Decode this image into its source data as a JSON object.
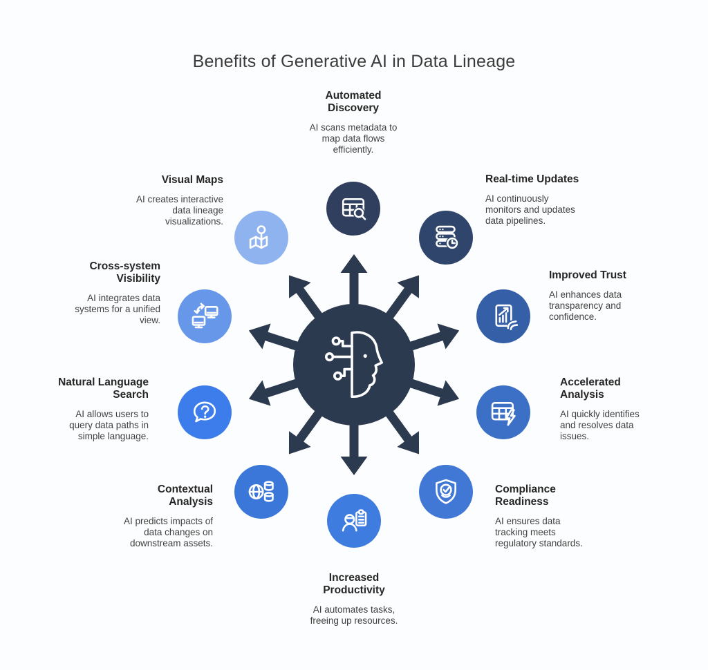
{
  "title": "Benefits of Generative AI in Data Lineage",
  "colors": {
    "background": "#fcfdfe",
    "title_text": "#3b3b3b",
    "heading_text": "#262626",
    "body_text": "#3f3f3f",
    "hub": "#2c3a4f",
    "icon_stroke": "#ffffff"
  },
  "center": {
    "icon": "ai-head-icon"
  },
  "nodes": [
    {
      "id": "automated-discovery",
      "title": "Automated\nDiscovery",
      "description": "AI scans metadata to\nmap data flows\nefficiently.",
      "icon": "table-search-icon",
      "color": "#2f3f5d"
    },
    {
      "id": "real-time-updates",
      "title": "Real-time Updates",
      "description": "AI continuously\nmonitors and updates\ndata pipelines.",
      "icon": "server-clock-icon",
      "color": "#2f456b"
    },
    {
      "id": "improved-trust",
      "title": "Improved Trust",
      "description": "AI enhances data\ntransparency and\nconfidence.",
      "icon": "chart-hand-icon",
      "color": "#3560a8"
    },
    {
      "id": "accelerated-analysis",
      "title": "Accelerated\nAnalysis",
      "description": "AI quickly identifies\nand resolves data\nissues.",
      "icon": "table-bolt-icon",
      "color": "#3b70c6"
    },
    {
      "id": "compliance-readiness",
      "title": "Compliance\nReadiness",
      "description": "AI ensures data\ntracking meets\nregulatory standards.",
      "icon": "shield-check-icon",
      "color": "#4178d5"
    },
    {
      "id": "increased-productivity",
      "title": "Increased\nProductivity",
      "description": "AI automates tasks,\nfreeing up resources.",
      "icon": "worker-clipboard-icon",
      "color": "#3e7cdf"
    },
    {
      "id": "contextual-analysis",
      "title": "Contextual\nAnalysis",
      "description": "AI predicts impacts of\ndata changes on\ndownstream assets.",
      "icon": "globe-database-icon",
      "color": "#3b77d8"
    },
    {
      "id": "natural-language-search",
      "title": "Natural Language\nSearch",
      "description": "AI allows users to\nquery data paths in\nsimple language.",
      "icon": "question-bubble-icon",
      "color": "#3d7deb"
    },
    {
      "id": "cross-system-visibility",
      "title": "Cross-system\nVisibility",
      "description": "AI integrates data\nsystems for a unified\nview.",
      "icon": "monitors-sync-icon",
      "color": "#6797e8"
    },
    {
      "id": "visual-maps",
      "title": "Visual Maps",
      "description": "AI creates interactive\ndata lineage\nvisualizations.",
      "icon": "map-pin-icon",
      "color": "#8fb3ef"
    }
  ]
}
